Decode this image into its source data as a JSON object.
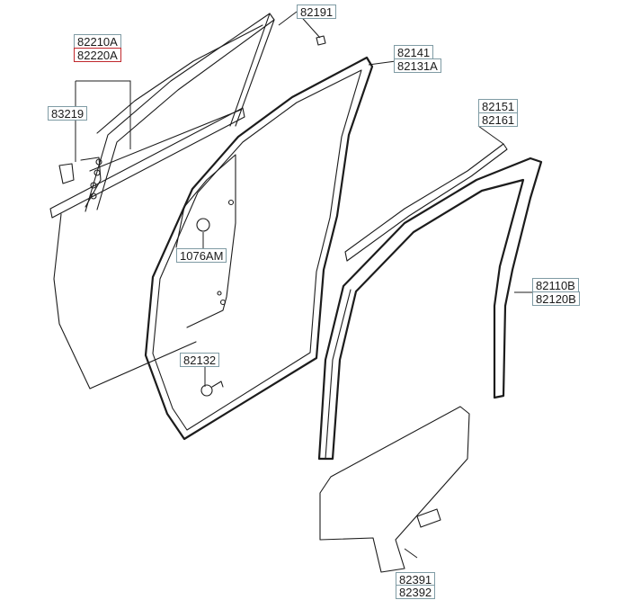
{
  "colors": {
    "label_border": "#7f9ba4",
    "highlight_border": "#c0282d",
    "line": "#1c1c1c",
    "background": "#ffffff"
  },
  "labels": {
    "p82191": "82191",
    "p82210A": "82210A",
    "p82220A": "82220A",
    "p83219": "83219",
    "p82141": "82141",
    "p82131A": "82131A",
    "p82151": "82151",
    "p82161": "82161",
    "p1076AM": "1076AM",
    "p82110B": "82110B",
    "p82120B": "82120B",
    "p82132": "82132",
    "p82391": "82391",
    "p82392": "82392"
  },
  "highlighted_part": "82220A"
}
